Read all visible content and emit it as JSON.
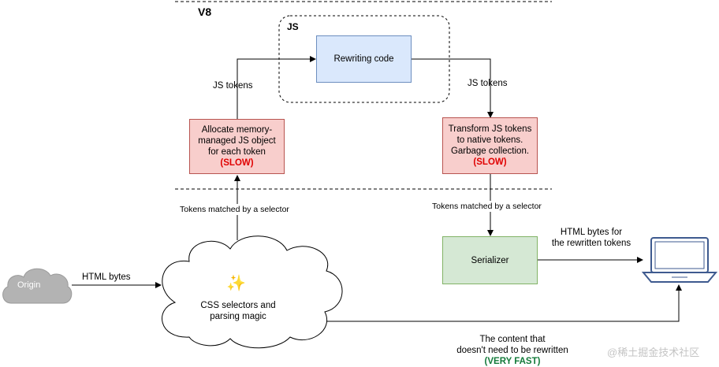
{
  "labels": {
    "v8": "V8",
    "js": "JS",
    "rewriting_code": "Rewriting code",
    "js_tokens_left": "JS tokens",
    "js_tokens_right": "JS tokens",
    "allocate_lines": [
      "Allocate memory-",
      "managed JS object",
      "for each token"
    ],
    "allocate_slow": "(SLOW)",
    "transform_lines": [
      "Transform JS tokens",
      "to native tokens.",
      "Garbage collection."
    ],
    "transform_slow": "(SLOW)",
    "tokens_matched_left": "Tokens matched by a selector",
    "tokens_matched_right": "Tokens matched by a selector",
    "serializer": "Serializer",
    "html_bytes_rewritten_lines": [
      "HTML bytes for",
      "the rewritten tokens"
    ],
    "origin": "Origin",
    "html_bytes": "HTML bytes",
    "sparkles": "✨",
    "css_lines": [
      "CSS selectors and",
      "parsing magic"
    ],
    "content_lines": [
      "The content that",
      "doesn't need to be rewritten"
    ],
    "very_fast": "(VERY FAST)",
    "watermark": "@稀土掘金技术社区"
  },
  "colors": {
    "slow": "#e00000",
    "very_fast": "#137a3a",
    "red_fill": "#f8cecc",
    "blue_fill": "#dae8fc",
    "green_fill": "#d5e8d4",
    "origin_cloud": "#b3b3b3",
    "laptop": "#3e5a8f"
  },
  "icons": {
    "origin": "cloud-icon",
    "device": "laptop-icon",
    "magic": "sparkles-icon"
  }
}
